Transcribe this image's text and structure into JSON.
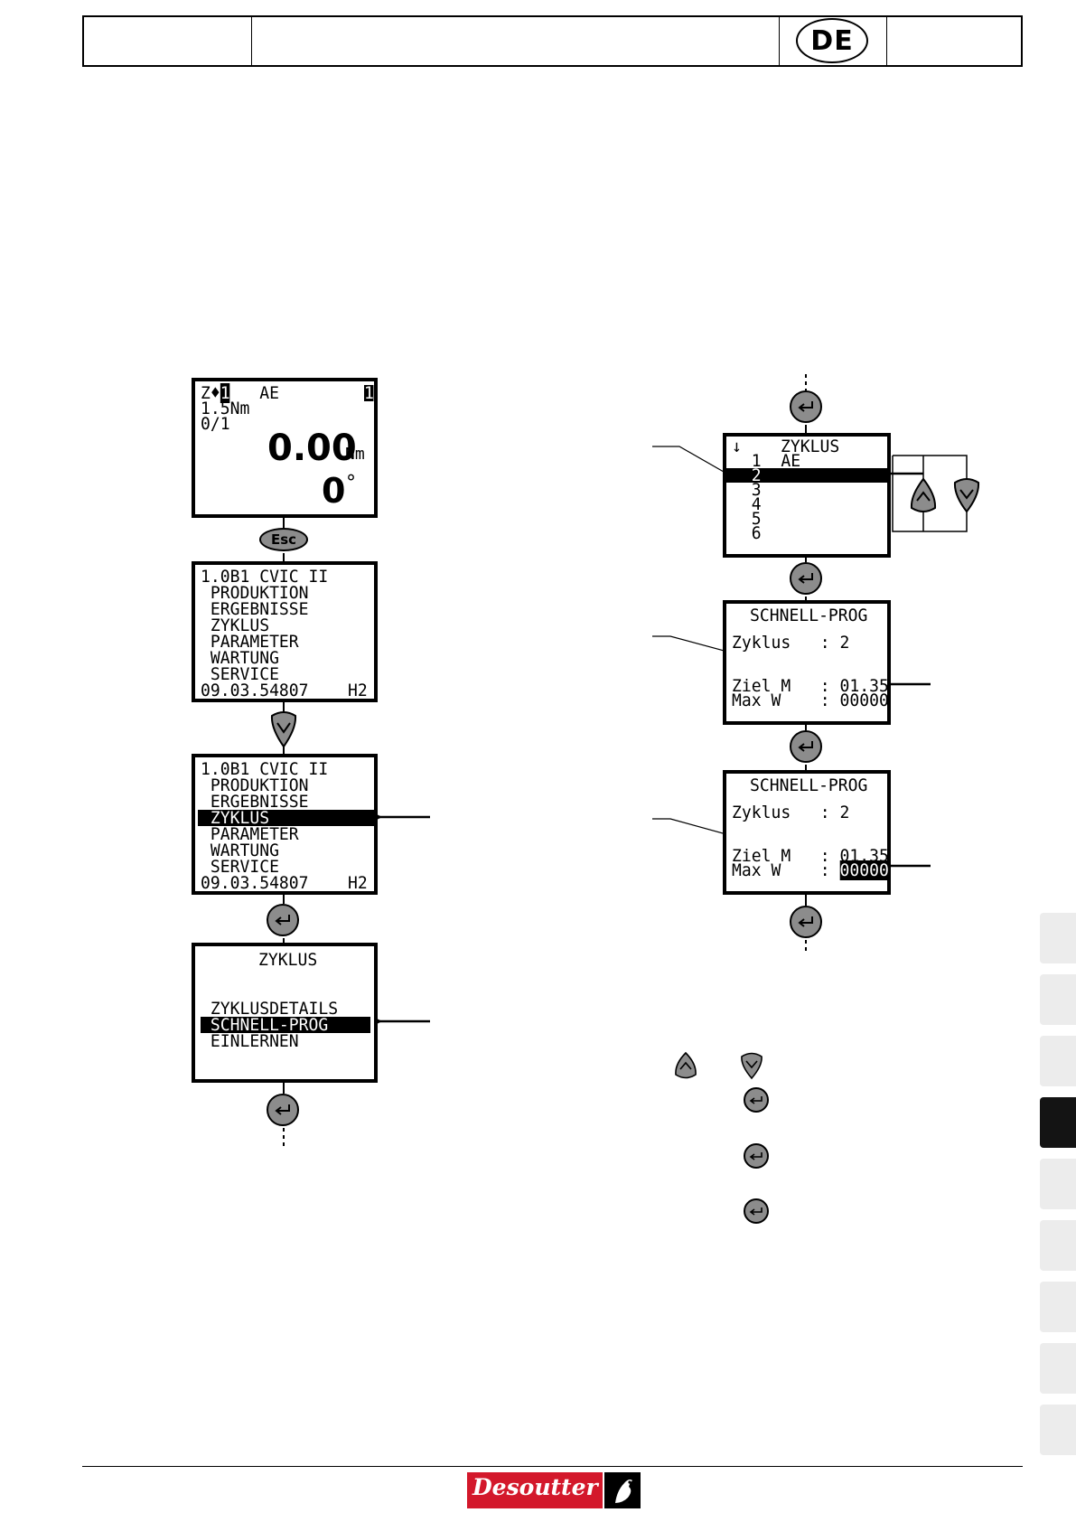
{
  "header": {
    "language": "DE"
  },
  "left_column": {
    "screen1": {
      "lines": [
        "Z♦",
        "1",
        "   AE",
        "1.5Nm",
        "0/1"
      ],
      "badge": "1",
      "torque_value": "0.00",
      "torque_unit": "Nm",
      "angle_value": "0",
      "angle_unit": "°"
    },
    "esc_label": "Esc",
    "screen2": {
      "lines": [
        "1.0B1 CVIC II",
        " PRODUKTION",
        " ERGEBNISSE",
        " ZYKLUS",
        " PARAMETER",
        " WARTUNG",
        " SERVICE",
        "09.03.54807    H2"
      ]
    },
    "screen3": {
      "lines": [
        "1.0B1 CVIC II",
        " PRODUKTION",
        " ERGEBNISSE",
        " ZYKLUS",
        " PARAMETER",
        " WARTUNG",
        " SERVICE",
        "09.03.54807    H2"
      ]
    },
    "screen4": {
      "title": "ZYKLUS",
      "lines": [
        " ZYKLUSDETAILS",
        " SCHNELL-PROG",
        " EINLERNEN"
      ]
    }
  },
  "right_column": {
    "screen5": {
      "arrow": "↓",
      "title": "ZYKLUS",
      "lines": [
        "  1  AE",
        "  2",
        "  3",
        "  4",
        "  5",
        "  6"
      ]
    },
    "screen6": {
      "title": "SCHNELL-PROG",
      "zyklus": "Zyklus   : 2",
      "ziel": "Ziel M   : 01.35",
      "max": "Max W    : 00000"
    },
    "screen7": {
      "title": "SCHNELL-PROG",
      "zyklus": "Zyklus   : 2",
      "ziel": "Ziel M   : 01.35",
      "max_label": "Max W    : ",
      "max_value": "00000"
    }
  },
  "legend_icons": [
    "up-arrow-button-icon",
    "down-arrow-button-icon",
    "enter-button-icon",
    "enter-button-icon",
    "enter-button-icon"
  ],
  "footer": {
    "brand": "Desoutter"
  },
  "colors": {
    "button_grey": "#8c8c8c",
    "brand_red": "#d3182b",
    "tab_grey": "#ececec",
    "tab_active": "#141414"
  }
}
